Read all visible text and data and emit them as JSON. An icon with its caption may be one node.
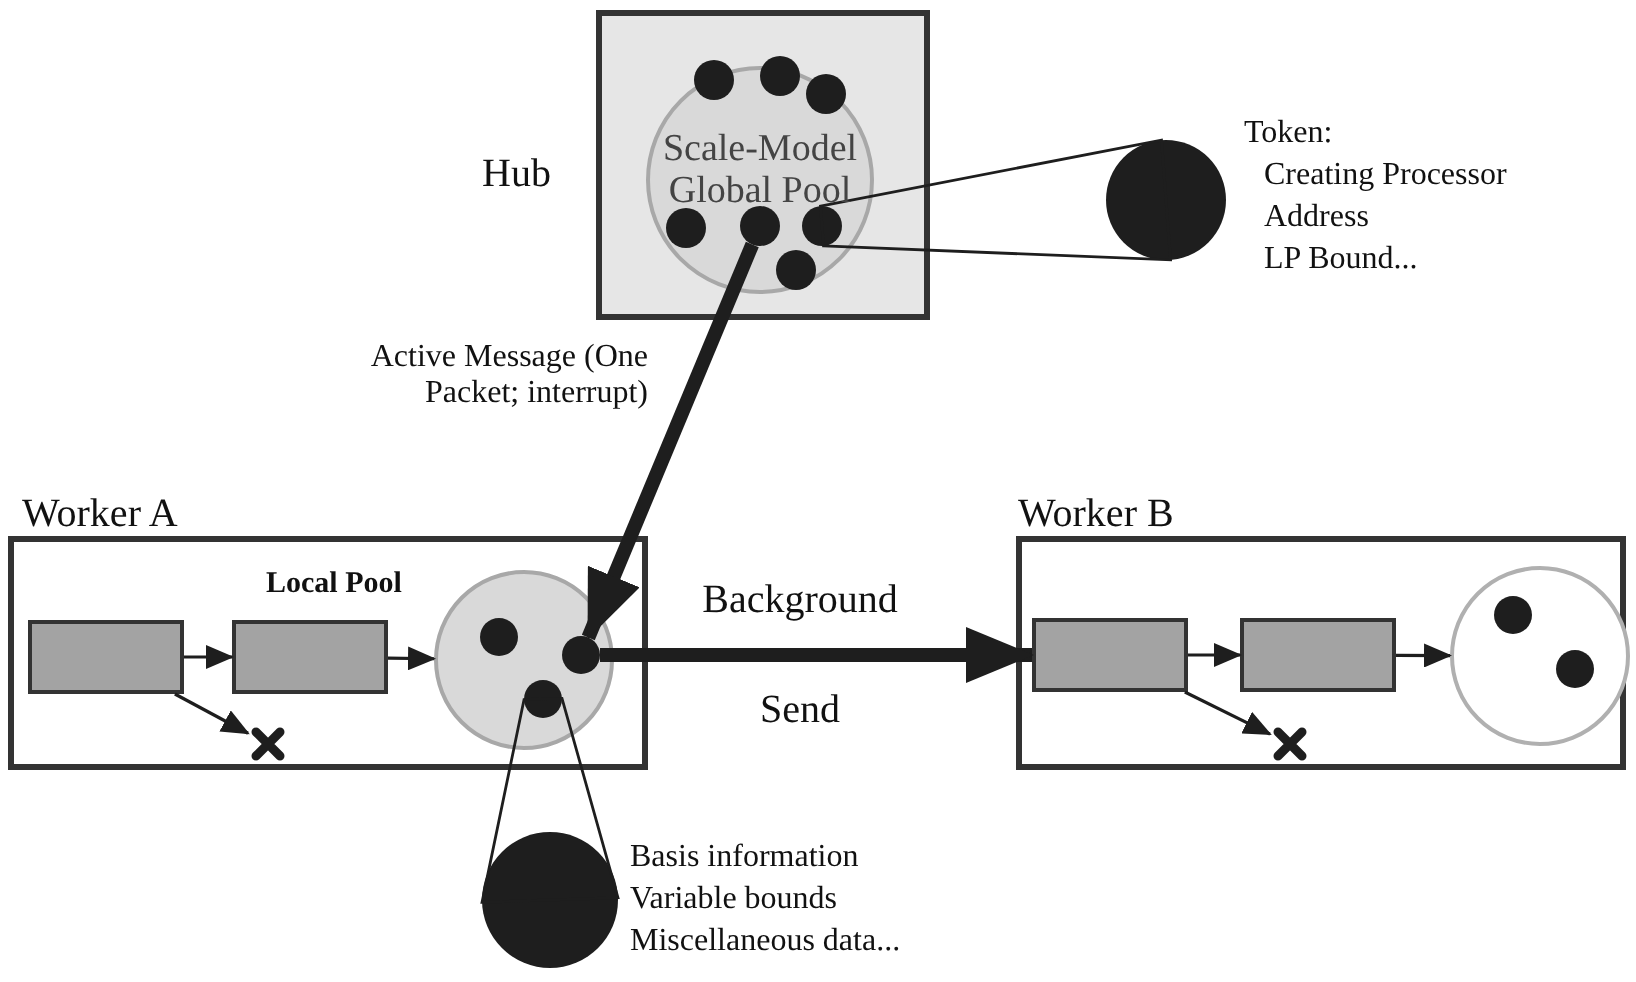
{
  "diagram": {
    "nodes": [
      {
        "text": [
          "Hub"
        ]
      },
      {
        "text": [
          "Scale-Model Global Pool"
        ],
        "in": 0
      },
      {
        "text": [],
        "shape": "circle",
        "in": 1
      },
      {
        "text": [],
        "shape": "circle",
        "in": 1
      },
      {
        "text": [],
        "shape": "circle",
        "in": 1
      },
      {
        "text": [],
        "shape": "circle",
        "in": 1
      },
      {
        "text": [],
        "shape": "circle",
        "in": 1
      },
      {
        "text": [],
        "shape": "circle",
        "in": 1
      },
      {
        "text": [],
        "shape": "circle",
        "in": 1
      },
      {
        "text": [],
        "shape": "circle",
        "beside": [
          "Token:",
          "Creating Processor",
          "Address",
          "LP Bound..."
        ]
      },
      {
        "text": [
          "Worker A"
        ]
      },
      {
        "text": [],
        "shape": "box",
        "in": 10
      },
      {
        "text": [],
        "shape": "box",
        "in": 10
      },
      {
        "text": [],
        "shape": "cross",
        "in": 10
      },
      {
        "text": [
          "Local Pool"
        ],
        "in": 10
      },
      {
        "text": [],
        "shape": "circle",
        "in": 14
      },
      {
        "text": [],
        "shape": "circle",
        "in": 14
      },
      {
        "text": [],
        "shape": "circle",
        "in": 14
      },
      {
        "text": [],
        "shape": "circle",
        "beside": [
          "Basis information",
          "Variable bounds",
          "Miscellaneous data..."
        ]
      },
      {
        "text": [
          "Worker B"
        ]
      },
      {
        "text": [],
        "shape": "box",
        "in": 19
      },
      {
        "text": [],
        "shape": "box",
        "in": 19
      },
      {
        "text": [],
        "shape": "cross",
        "in": 19
      },
      {
        "text": [],
        "shape": "circle",
        "in": 19
      },
      {
        "text": [],
        "shape": "circle",
        "in": 23
      },
      {
        "text": [],
        "shape": "circle",
        "in": 23
      }
    ],
    "edges": [
      {
        "from": 7,
        "to": 9,
        "arrow": "none"
      },
      {
        "from": 6,
        "to": 16,
        "arrow": "to",
        "style": "thick",
        "label": "Active Message (One Packet; interrupt)"
      },
      {
        "from": 11,
        "to": 12,
        "arrow": "to"
      },
      {
        "from": 12,
        "to": 14,
        "arrow": "to"
      },
      {
        "from": 11,
        "to": 13,
        "arrow": "to"
      },
      {
        "from": 17,
        "to": 18,
        "arrow": "none"
      },
      {
        "from": 16,
        "to": 20,
        "arrow": "to",
        "style": "thick",
        "label": "Background Send"
      },
      {
        "from": 20,
        "to": 21,
        "arrow": "to"
      },
      {
        "from": 21,
        "to": 23,
        "arrow": "to"
      },
      {
        "from": 20,
        "to": 22,
        "arrow": "to"
      }
    ]
  }
}
